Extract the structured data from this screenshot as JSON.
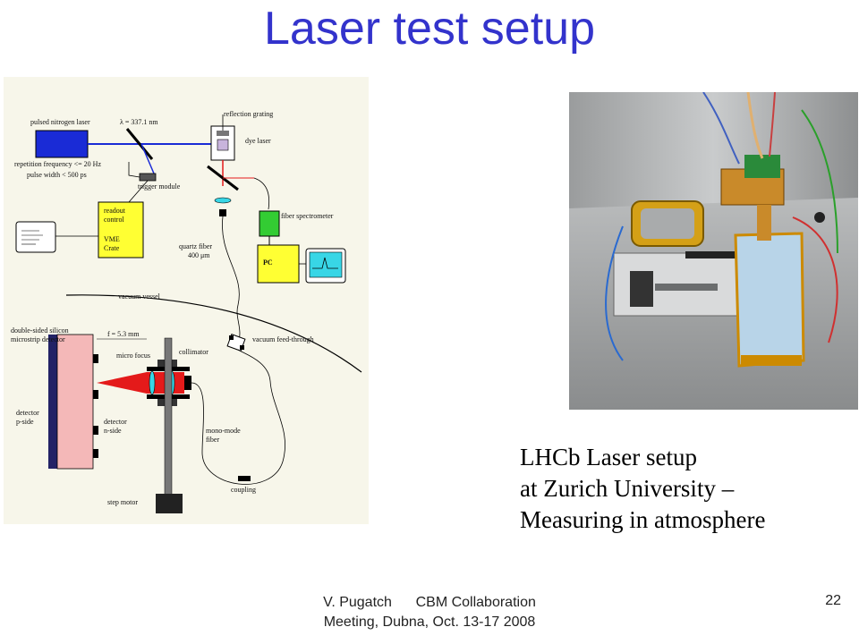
{
  "slide": {
    "title": "Laser test setup",
    "caption": {
      "line1": "LHCb Laser setup",
      "line2": "at Zurich University –",
      "line3": "Measuring in atmosphere"
    },
    "footer": {
      "line1": "V. Pugatch      CBM Collaboration",
      "line2": "Meeting, Dubna, Oct. 13-17 2008",
      "page_number": "22"
    }
  },
  "schematic": {
    "labels": {
      "pulsed_nitrogen_laser": "pulsed nitrogen laser",
      "wavelength": "λ = 337.1 nm",
      "reflection_grating": "reflection grating",
      "dye_laser": "dye laser",
      "repetition_frequency": "repetition frequency <= 20 Hz",
      "pulse_width": "pulse width < 500 ps",
      "trigger_module": "trigger module",
      "readout_control_1": "readout",
      "readout_control_2": "control",
      "vme_crate_1": "VME",
      "vme_crate_2": "Crate",
      "fiber_spectrometer": "fiber spectrometer",
      "quartz_fiber_1": "quartz fiber",
      "quartz_fiber_2": "400 μm",
      "pc": "PC",
      "vacuum_vessel": "vacuum vessel",
      "double_sided_1": "double-sided silicon",
      "double_sided_2": "microstrip detector",
      "focal_length": "f = 5.3 mm",
      "vacuum_feed_through": "vacuum feed-through",
      "collimator": "collimator",
      "micro_focus": "micro focus",
      "detector_p_side_1": "detector",
      "detector_p_side_2": "p-side",
      "detector_n_side_1": "detector",
      "detector_n_side_2": "n-side",
      "mono_mode_fiber_1": "mono-mode",
      "mono_mode_fiber_2": "fiber",
      "coupling": "coupling",
      "step_motor": "step motor"
    }
  },
  "colors": {
    "title": "#3333cc",
    "laser_blue": "#1a2bd6",
    "readout_yellow": "#ffff33",
    "spectrometer_green": "#33cc33",
    "beam_red": "#e41a1a",
    "detector_pink": "#f4b8b8",
    "lens_cyan": "#38d6e6"
  }
}
